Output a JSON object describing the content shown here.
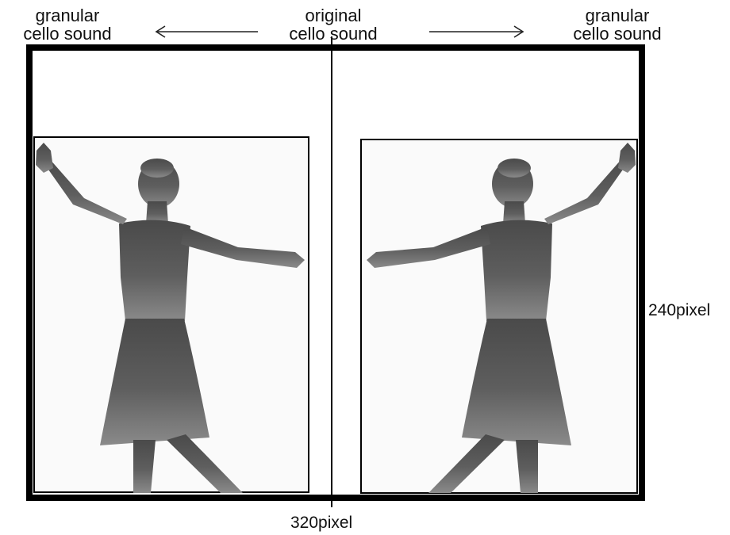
{
  "labels": {
    "left": [
      "granular",
      "cello sound"
    ],
    "center": [
      "original",
      "cello sound"
    ],
    "right": [
      "granular",
      "cello sound"
    ],
    "height": "240pixel",
    "width": "320pixel"
  },
  "colors": {
    "frame": "#000000",
    "background": "#ffffff",
    "silhouette_dark": "#4a4a4a",
    "silhouette_light": "#8a8a8a",
    "arrow": "#222222"
  },
  "icons": {
    "left_arrow": "arrow-left-icon",
    "right_arrow": "arrow-right-icon",
    "left_figure": "dancer-silhouette-mirrored",
    "right_figure": "dancer-silhouette"
  }
}
